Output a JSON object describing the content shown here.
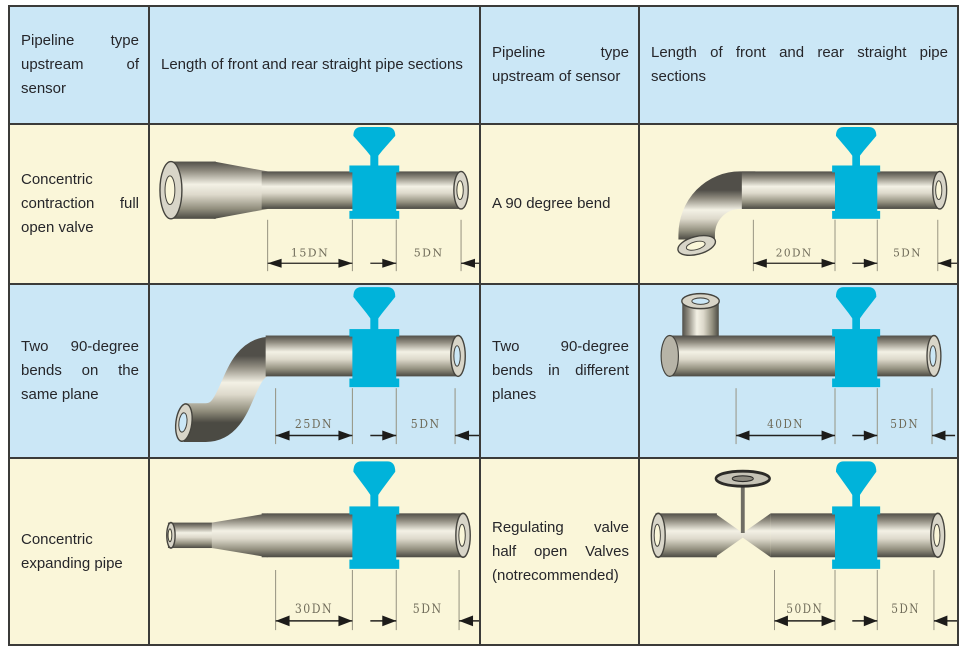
{
  "colors": {
    "header_bg": "#cbe7f6",
    "cream_bg": "#faf6d9",
    "sensor_cyan": "#00b3da",
    "border": "#3b3b39",
    "dim_text": "#6f6b59"
  },
  "table": {
    "header": {
      "col1": "Pipeline type upstream of sensor",
      "col2": "Length of front and rear straight pipe sections",
      "col3": "Pipeline type upstream of sensor",
      "col4": "Length of front and rear straight pipe sections"
    },
    "rows": [
      {
        "left": {
          "label": "Concentric contraction full open valve",
          "diagram": "contraction",
          "front": "15DN",
          "rear": "5DN"
        },
        "right": {
          "label": "A 90 degree bend",
          "diagram": "elbow",
          "front": "20DN",
          "rear": "5DN"
        }
      },
      {
        "left": {
          "label": "Two 90-degree bends on the same plane",
          "diagram": "sbend",
          "front": "25DN",
          "rear": "5DN"
        },
        "right": {
          "label": "Two 90-degree bends in different planes",
          "diagram": "stub",
          "front": "40DN",
          "rear": "5DN"
        }
      },
      {
        "left": {
          "label": "Concentric expanding pipe",
          "diagram": "expansion",
          "front": "30DN",
          "rear": "5DN"
        },
        "right": {
          "label": "Regulating valve half open Valves (notrecommended)",
          "diagram": "valve",
          "front": "50DN",
          "rear": "5DN"
        }
      }
    ]
  }
}
